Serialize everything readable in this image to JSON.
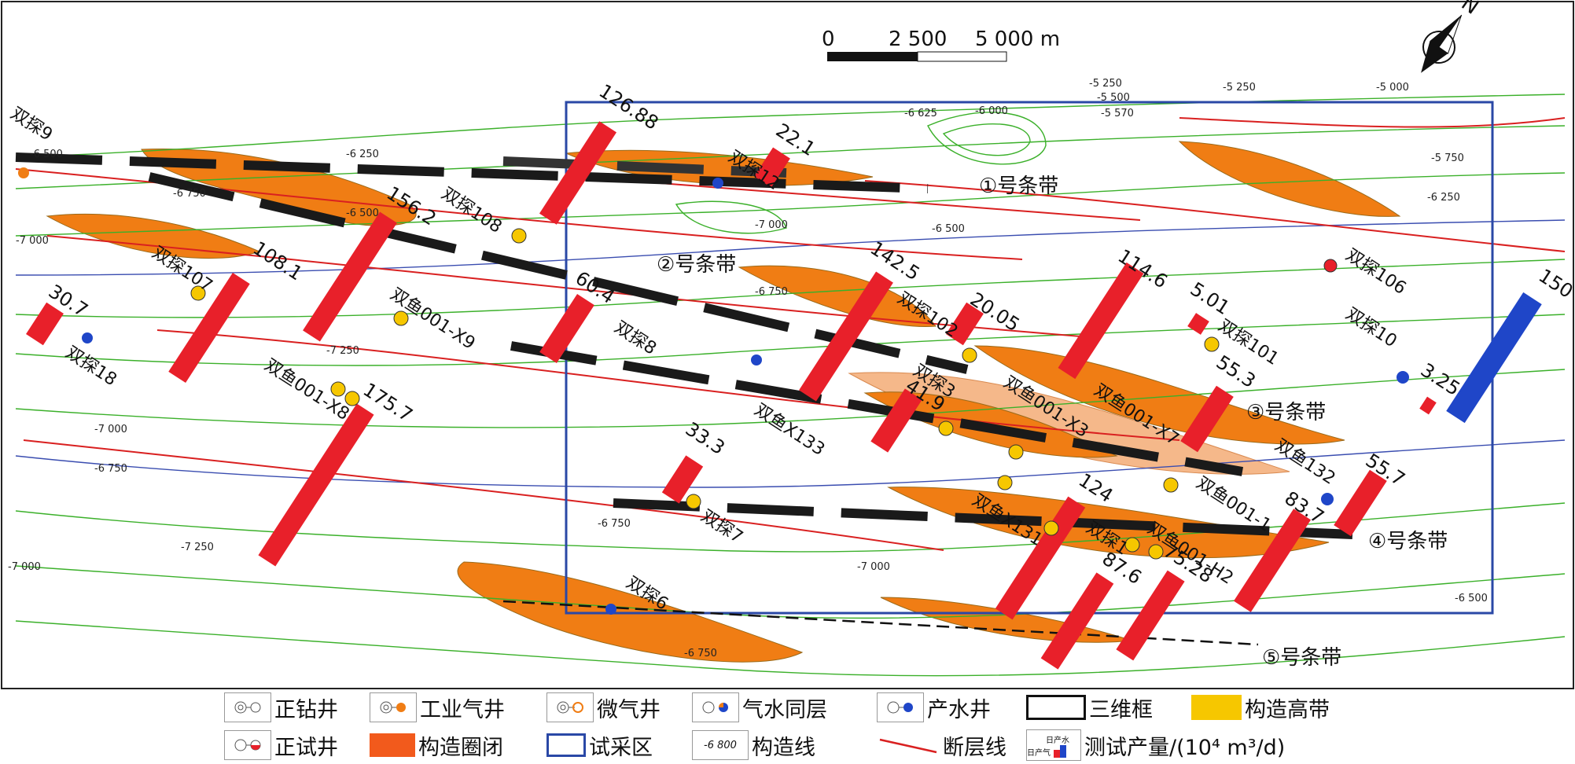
{
  "scale": {
    "labels": [
      "0",
      "2 500",
      "5 000 m"
    ]
  },
  "north": "N",
  "belts": [
    {
      "label": "①号条带"
    },
    {
      "label": "②号条带"
    },
    {
      "label": "③号条带"
    },
    {
      "label": "④号条带"
    },
    {
      "label": "⑤号条带"
    }
  ],
  "wells": [
    {
      "label": "双探9"
    },
    {
      "label": "双探108"
    },
    {
      "label": "双探12"
    },
    {
      "label": "双探107"
    },
    {
      "label": "双鱼001-X9"
    },
    {
      "label": "双探18"
    },
    {
      "label": "双鱼001-X8"
    },
    {
      "label": "双探8"
    },
    {
      "label": "双鱼X133"
    },
    {
      "label": "双探102"
    },
    {
      "label": "双探3"
    },
    {
      "label": "双鱼001-X3"
    },
    {
      "label": "双鱼001-X7"
    },
    {
      "label": "双探101"
    },
    {
      "label": "双探106"
    },
    {
      "label": "双探10"
    },
    {
      "label": "双鱼132"
    },
    {
      "label": "双鱼001-1"
    },
    {
      "label": "双探7"
    },
    {
      "label": "双鱼X131"
    },
    {
      "label": "双探1"
    },
    {
      "label": "双鱼001-H2"
    },
    {
      "label": "双探6"
    }
  ],
  "production_values": [
    {
      "value": "126.88"
    },
    {
      "value": "22.1"
    },
    {
      "value": "156.2"
    },
    {
      "value": "108.1"
    },
    {
      "value": "30.7"
    },
    {
      "value": "60.4"
    },
    {
      "value": "142.5"
    },
    {
      "value": "175.7"
    },
    {
      "value": "114.6"
    },
    {
      "value": "20.05"
    },
    {
      "value": "5.01"
    },
    {
      "value": "41.9"
    },
    {
      "value": "55.3"
    },
    {
      "value": "33.3"
    },
    {
      "value": "124"
    },
    {
      "value": "87.6"
    },
    {
      "value": "75.28"
    },
    {
      "value": "83.7"
    },
    {
      "value": "55.7"
    },
    {
      "value": "150"
    },
    {
      "value": "3.25"
    }
  ],
  "contours": [
    {
      "label": "-6 500"
    },
    {
      "label": "-6 250"
    },
    {
      "label": "-6 500"
    },
    {
      "label": "-6 750"
    },
    {
      "label": "-7 000"
    },
    {
      "label": "-7 250"
    },
    {
      "label": "-7 000"
    },
    {
      "label": "-6 750"
    },
    {
      "label": "-6 000"
    },
    {
      "label": "-5 250"
    },
    {
      "label": "-5 500"
    },
    {
      "label": "-5 750"
    },
    {
      "label": "-6 250"
    },
    {
      "label": "-7 000"
    },
    {
      "label": "-6 750"
    },
    {
      "label": "-6 500"
    },
    {
      "label": "-6 625"
    },
    {
      "label": "-5 570"
    },
    {
      "label": "-5 250"
    },
    {
      "label": "-5 000"
    },
    {
      "label": "-7 000"
    },
    {
      "label": "-6 750"
    },
    {
      "label": "-7 250"
    },
    {
      "label": "-7 000"
    },
    {
      "label": "-6 750"
    },
    {
      "label": "-6 500"
    }
  ],
  "legend": [
    {
      "label": "正钻井",
      "icon": "drilling-well-icon"
    },
    {
      "label": "工业气井",
      "icon": "industrial-gas-well-icon"
    },
    {
      "label": "微气井",
      "icon": "micro-gas-well-icon"
    },
    {
      "label": "气水同层",
      "icon": "gas-water-layer-icon"
    },
    {
      "label": "产水井",
      "icon": "water-well-icon"
    },
    {
      "label": "三维框",
      "icon": "3d-frame-icon"
    },
    {
      "label": "构造高带",
      "icon": "structural-high-icon"
    },
    {
      "label": "正试井",
      "icon": "testing-well-icon"
    },
    {
      "label": "构造圈闭",
      "icon": "structural-trap-icon"
    },
    {
      "label": "试采区",
      "icon": "trial-area-icon"
    },
    {
      "label": "构造线",
      "icon": "contour-line-icon",
      "sample": "-6 800"
    },
    {
      "label": "断层线",
      "icon": "fault-line-icon"
    },
    {
      "label": "测试产量/(10⁴ m³/d)",
      "icon": "test-production-icon",
      "sample_a": "日产水",
      "sample_b": "日产气"
    }
  ],
  "colors": {
    "trap": "#f07d14",
    "high": "#f6c700",
    "contour_green": "#3bb02a",
    "contour_blue": "#3a4db0",
    "fault": "#d92020",
    "bar_red": "#e8202a",
    "bar_blue": "#1f46c8",
    "frame": "#2a48a6"
  }
}
